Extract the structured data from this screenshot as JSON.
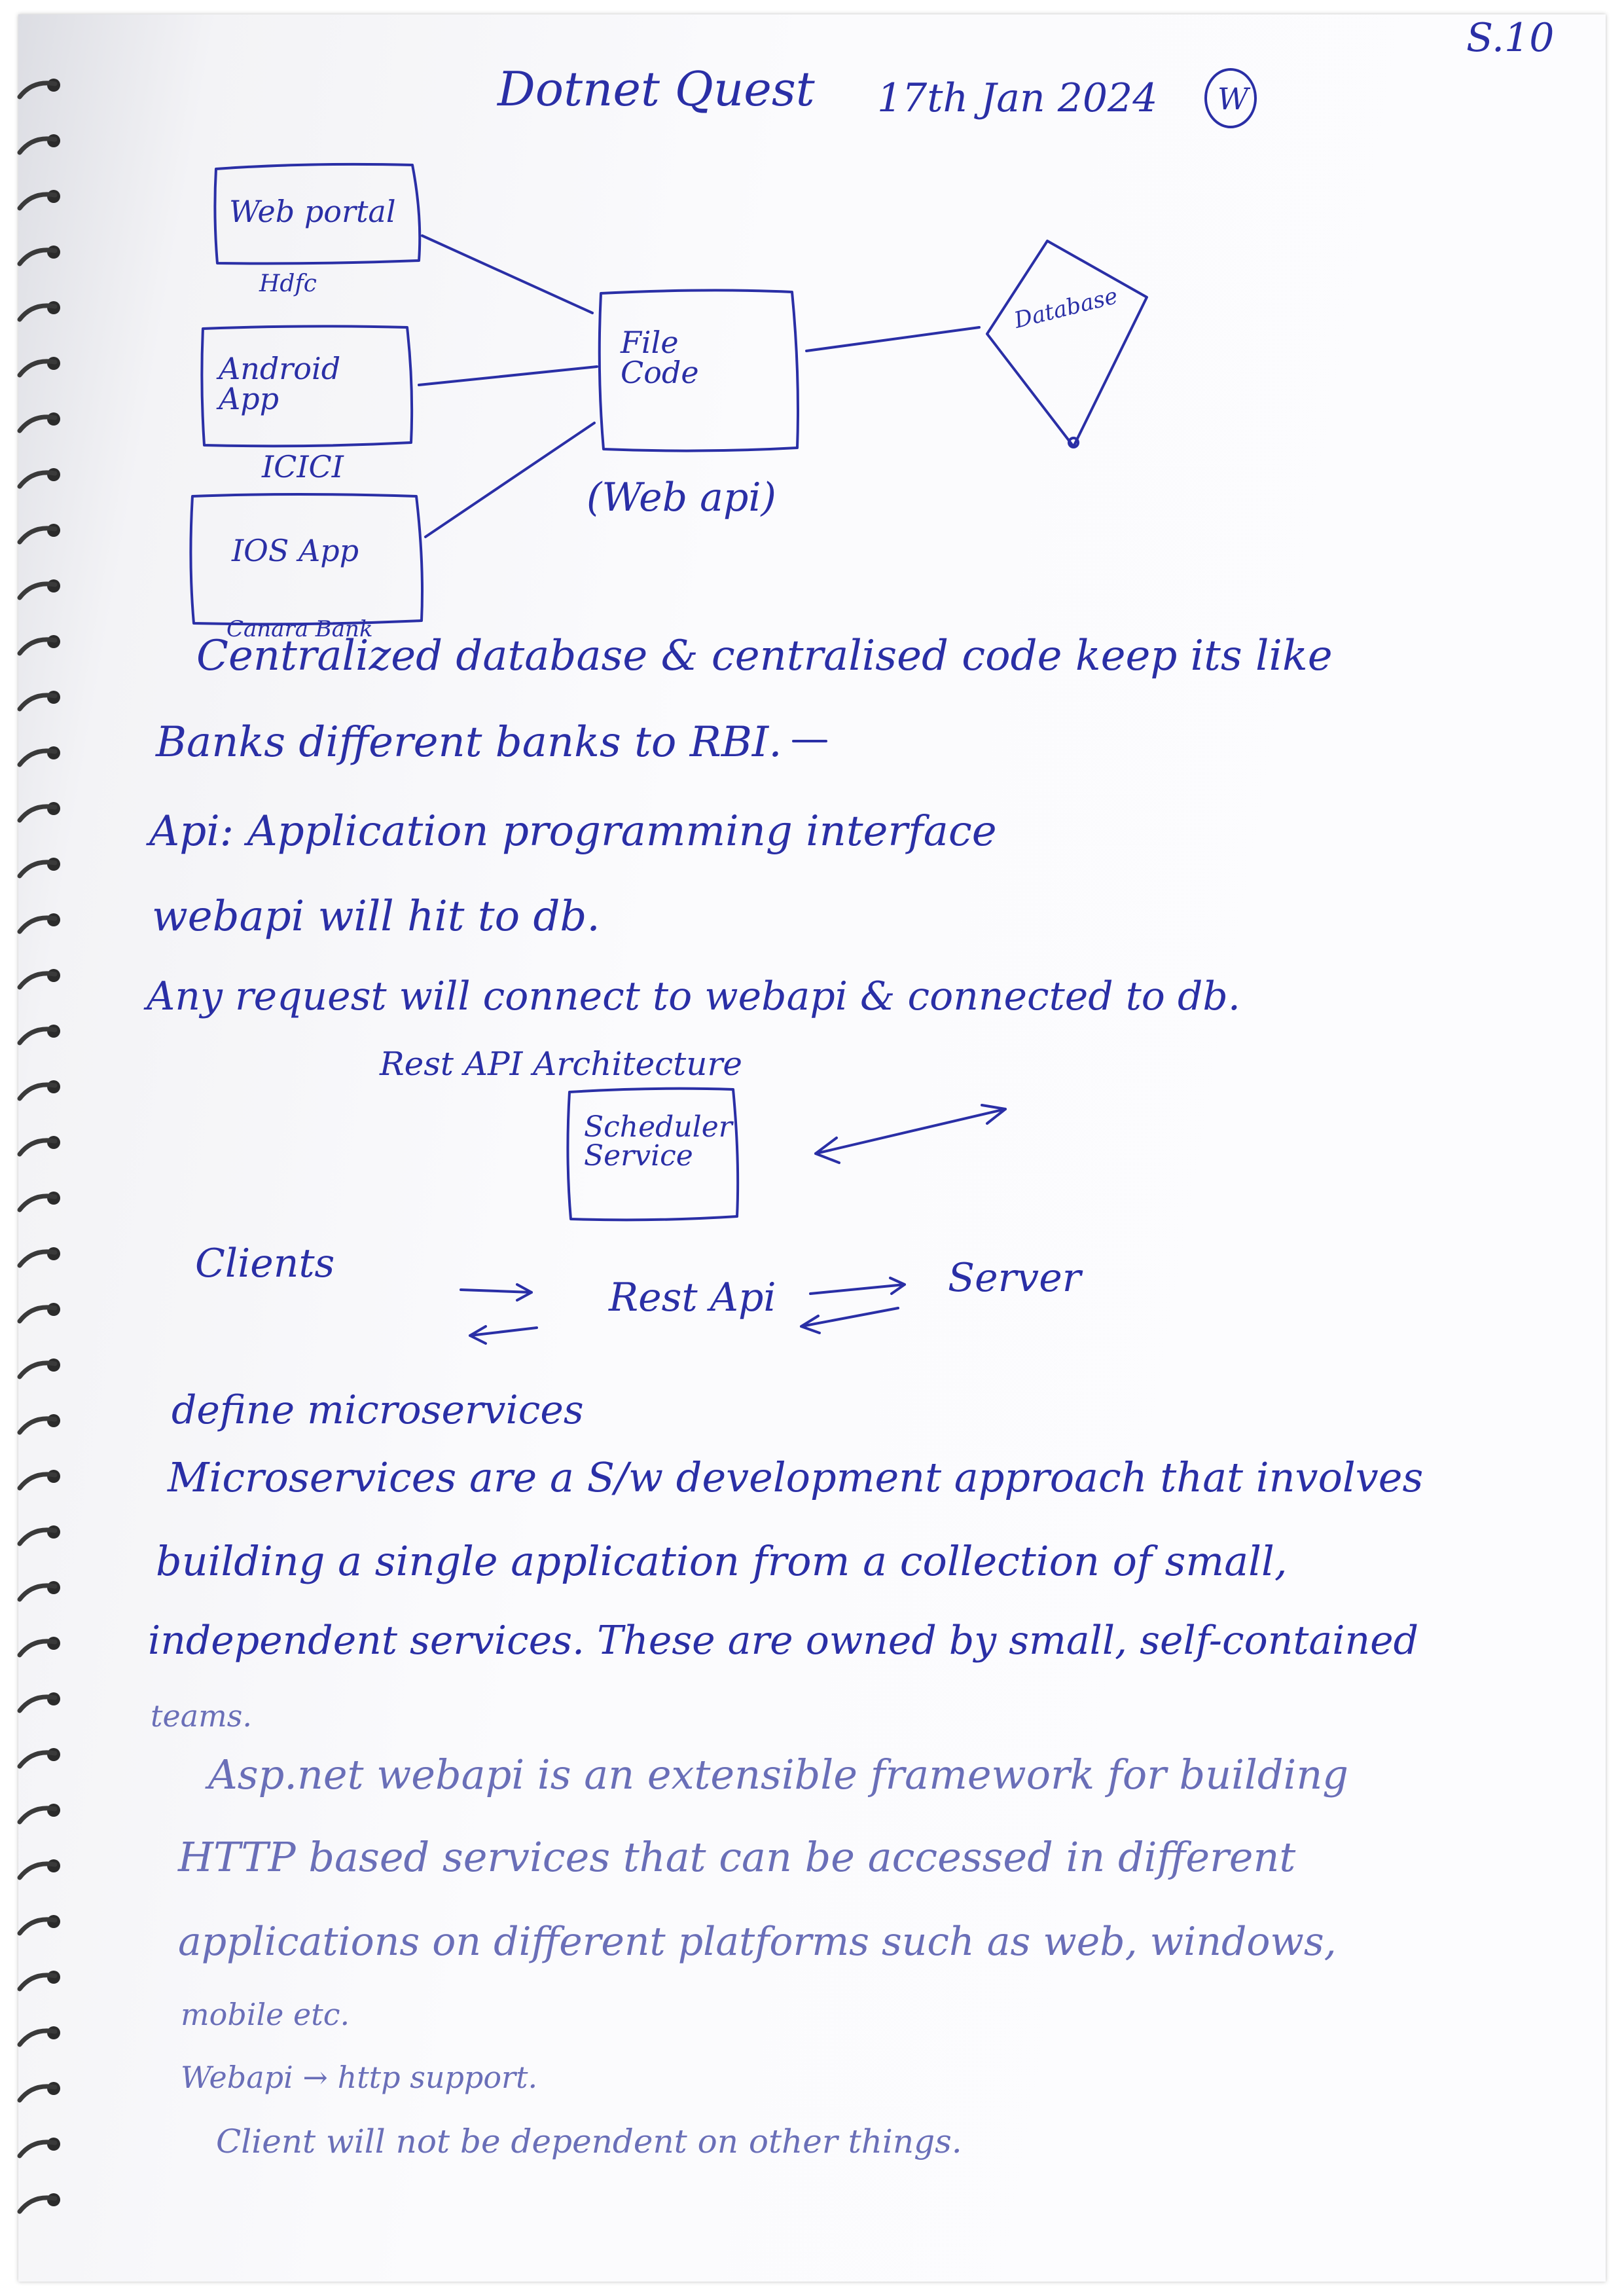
{
  "page": {
    "page_number": "S.10",
    "title": "Dotnet Quest",
    "date": "17th Jan 2024",
    "day_badge": "W"
  },
  "diagram1": {
    "clients": [
      {
        "box": "Web portal",
        "caption": "Hdfc"
      },
      {
        "box": "Android App",
        "caption": "ICICI"
      },
      {
        "box": "IOS App",
        "caption": "Canara Bank"
      }
    ],
    "center_box": "File Code",
    "center_caption": "(Web api)",
    "database": "Database"
  },
  "notes_top": [
    "Centralized database & centralised code keep its like",
    "Banks different banks to RBI.",
    "Api: Application programming interface",
    "webapi will hit to db.",
    "Any request will connect to webapi & connected to db."
  ],
  "rest": {
    "heading": "Rest API Architecture",
    "scheduler_box": "Scheduler Service",
    "clients_label": "Clients",
    "rest_api_label": "Rest Api",
    "server_label": "Server"
  },
  "notes_bottom": [
    "define microservices",
    "Microservices are a S/w development approach that involves",
    "building a single application from a collection of small,",
    "independent services. These are owned by small, self-contained",
    "teams.",
    "Asp.net webapi is an extensible framework for building",
    "HTTP based services that can be accessed in different",
    "applications on different platforms such as web, windows,",
    "mobile etc.",
    "Webapi → http support.",
    "Client will not be dependent on other things."
  ],
  "colors": {
    "ink": "#2a2fa6",
    "ink_faint": "#6a6fb8",
    "paper": "#fcfcfe"
  }
}
